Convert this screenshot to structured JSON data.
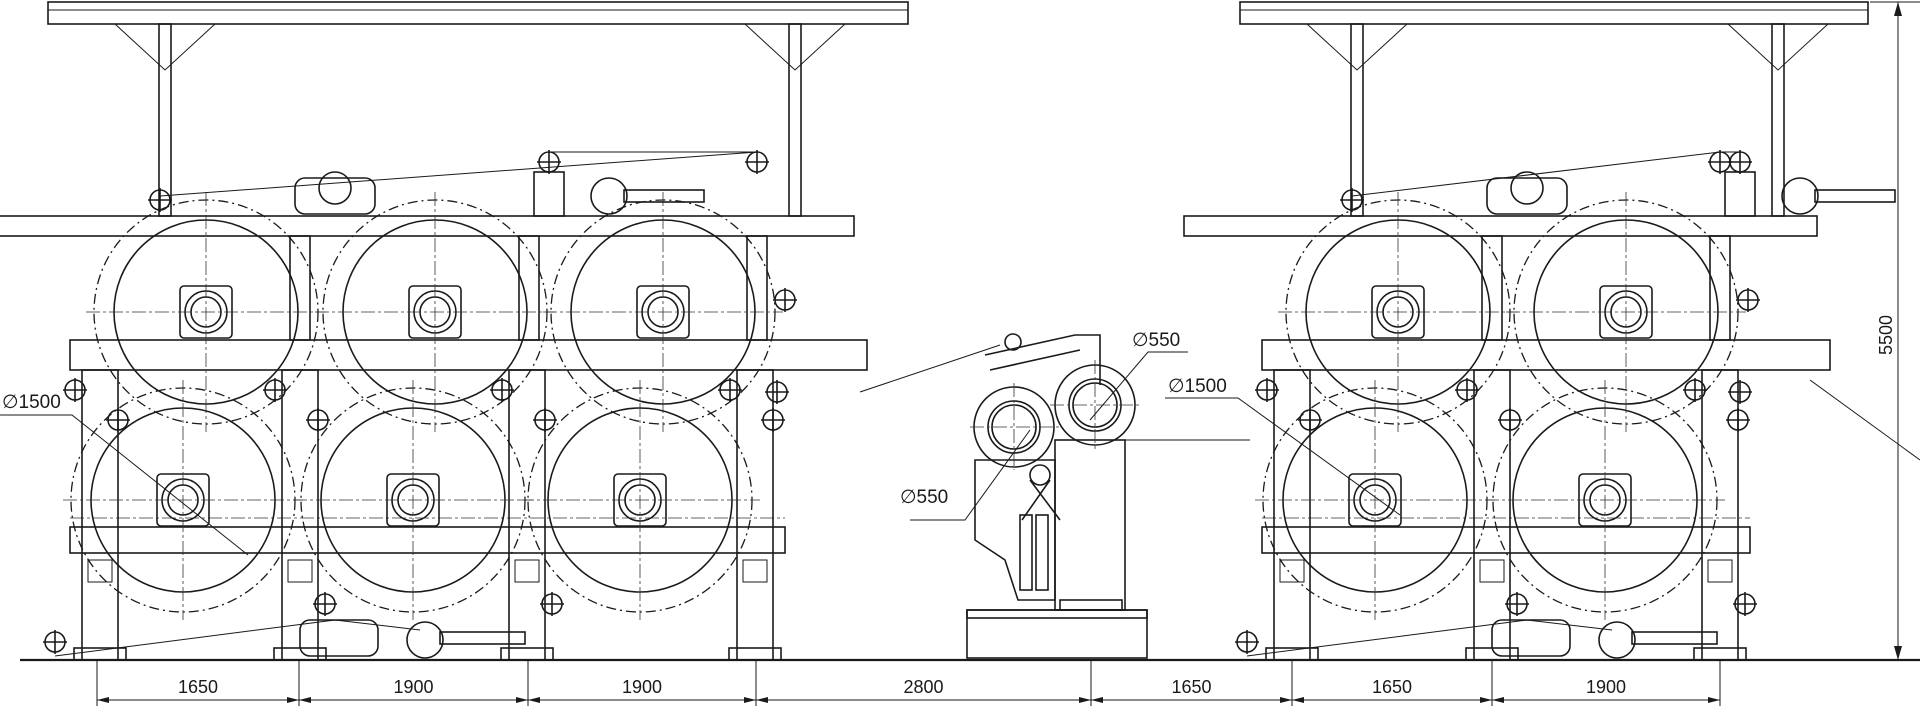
{
  "drawing": {
    "labels": {
      "left_roll_diameter": "∅1500",
      "right_roll_diameter": "∅1500",
      "center_roll_upper_diameter": "∅550",
      "center_roll_lower_diameter": "∅550",
      "overall_height": "5500"
    },
    "dimensions": [
      "1650",
      "1900",
      "1900",
      "2800",
      "1650",
      "1650",
      "1900"
    ]
  }
}
